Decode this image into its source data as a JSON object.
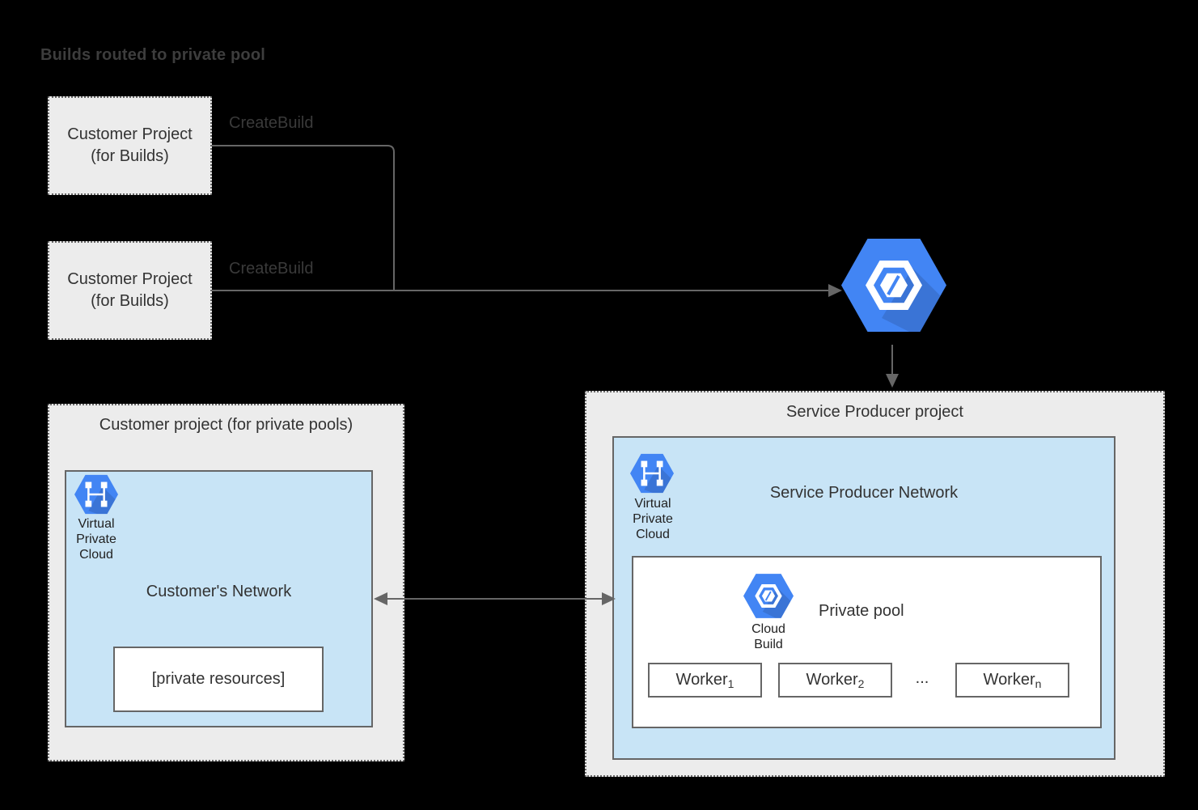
{
  "title": "Builds routed to private pool",
  "build_projects": [
    {
      "name_line1": "Customer Project",
      "name_line2": "(for Builds)",
      "action": "CreateBuild"
    },
    {
      "name_line1": "Customer Project",
      "name_line2": "(for Builds)",
      "action": "CreateBuild"
    }
  ],
  "customer_pool_project": {
    "title": "Customer project (for private pools)",
    "network": {
      "title": "Customer's Network",
      "vpc_label": [
        "Virtual",
        "Private",
        "Cloud"
      ],
      "private_resources": "[private resources]"
    }
  },
  "service_producer_project": {
    "title": "Service Producer project",
    "network": {
      "title": "Service Producer Network",
      "vpc_label": [
        "Virtual",
        "Private",
        "Cloud"
      ],
      "private_pool": {
        "title": "Private pool",
        "icon_label": [
          "Cloud",
          "Build"
        ],
        "workers": [
          {
            "base": "Worker",
            "sub": "1"
          },
          {
            "base": "Worker",
            "sub": "2"
          },
          {
            "base": "Worker",
            "sub": "n"
          }
        ],
        "ellipsis": "..."
      }
    }
  },
  "colors": {
    "background": "#000000",
    "container_fill": "#ececec",
    "network_fill": "#c8e4f6",
    "border_gray": "#666666",
    "connector_gray": "#666666",
    "google_blue": "#4285f4",
    "text_dark": "#333333"
  }
}
